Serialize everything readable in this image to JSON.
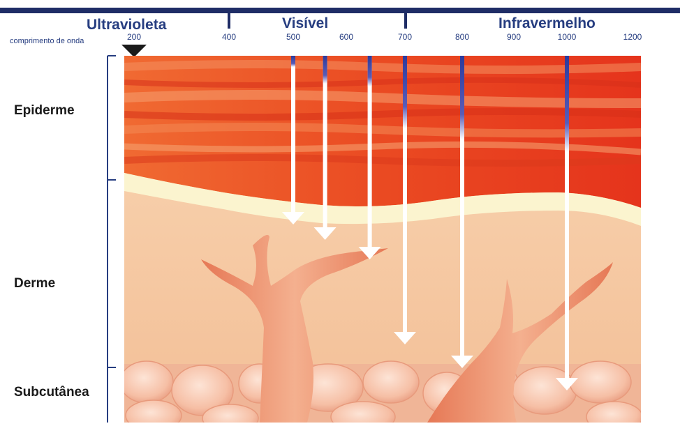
{
  "bands": [
    {
      "id": "uv",
      "label": "Ultravioleta"
    },
    {
      "id": "vis",
      "label": "Visível"
    },
    {
      "id": "ir",
      "label": "Infravermelho"
    }
  ],
  "wavelength_caption": "comprimento de onda",
  "wavelength_ticks": [
    "200",
    "400",
    "500",
    "600",
    "700",
    "800",
    "900",
    "1000",
    "1200"
  ],
  "layers": [
    {
      "id": "epiderme",
      "label": "Epiderme"
    },
    {
      "id": "derme",
      "label": "Derme"
    },
    {
      "id": "subcutanea",
      "label": "Subcutânea"
    }
  ],
  "penetration_arrows": [
    {
      "wavelength": 500,
      "depth_layer": "derme"
    },
    {
      "wavelength": 560,
      "depth_layer": "derme"
    },
    {
      "wavelength": 640,
      "depth_layer": "derme"
    },
    {
      "wavelength": 700,
      "depth_layer": "derme"
    },
    {
      "wavelength": 800,
      "depth_layer": "subcutanea"
    },
    {
      "wavelength": 1000,
      "depth_layer": "subcutanea"
    }
  ],
  "colors": {
    "header_bar": "#1f2d66",
    "label_blue": "#263d80",
    "epidermis_red": "#e8401f",
    "epidermis_orange": "#f07a45",
    "basal_cream": "#fbf4cf",
    "dermis": "#f6c8a1",
    "vessel": "#ec8a65",
    "fat_cell": "#f7c6ad",
    "ray_blue": "#2c3a9c"
  }
}
